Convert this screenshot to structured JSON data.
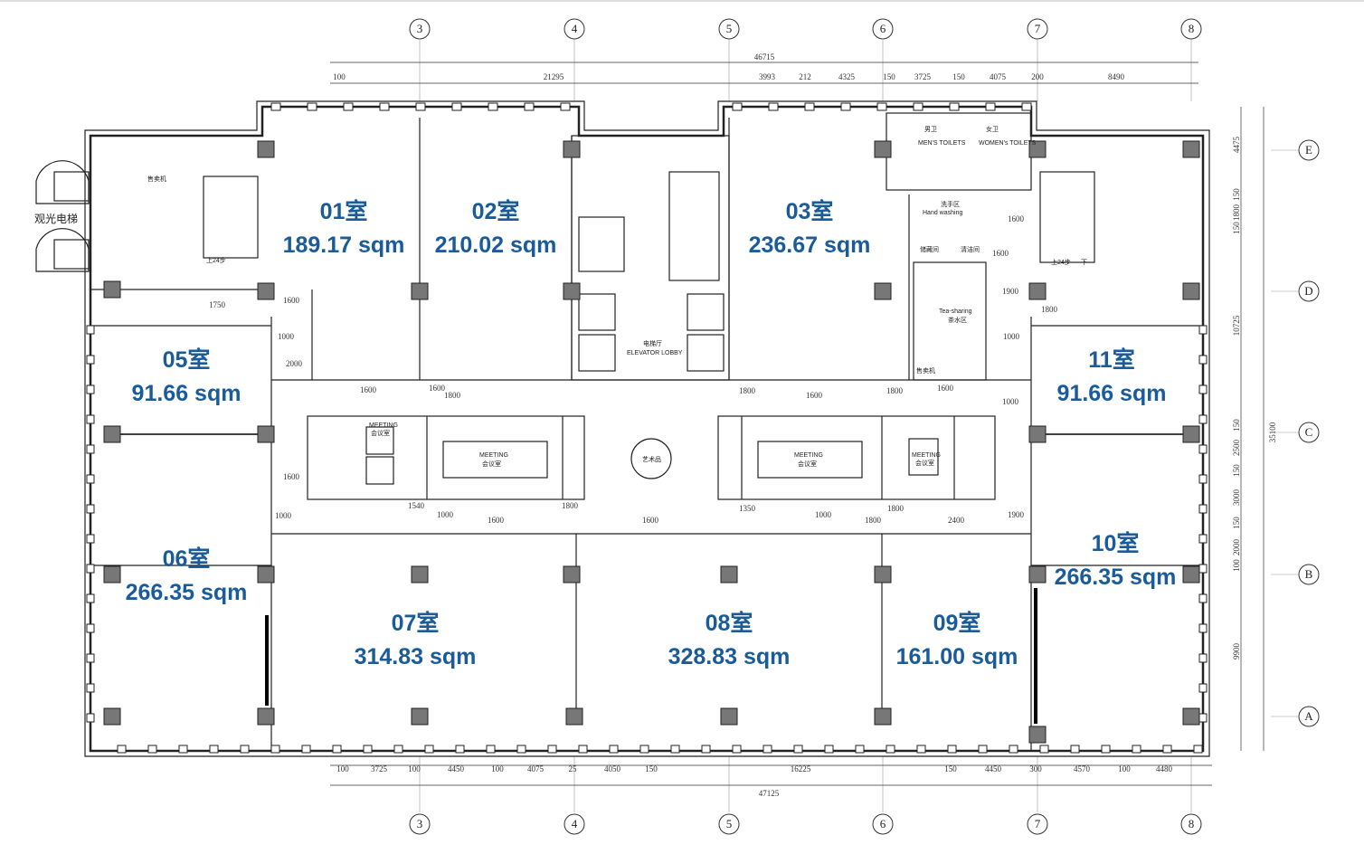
{
  "grid_columns": [
    "3",
    "4",
    "5",
    "6",
    "7",
    "8"
  ],
  "grid_rows": [
    "E",
    "D",
    "C",
    "B",
    "A"
  ],
  "dimensions": {
    "top_total": "46715",
    "top_segments": [
      "100",
      "21295",
      "3993",
      "212",
      "4325",
      "150",
      "3725",
      "150",
      "4075",
      "200",
      "8490"
    ],
    "bottom_total": "47125",
    "bottom_segments": [
      "100",
      "3725",
      "100",
      "4450",
      "100",
      "4075",
      "25",
      "4050",
      "150",
      "16225",
      "150",
      "4450",
      "300",
      "4570",
      "100",
      "4480"
    ],
    "right_total": "35100",
    "right_segments": [
      "4475",
      "150",
      "1800",
      "150",
      "10725",
      "150",
      "2500",
      "150",
      "3000",
      "150",
      "2000",
      "100",
      "9900"
    ],
    "interior": [
      "1600",
      "1750",
      "1000",
      "2000",
      "1600",
      "1600",
      "1800",
      "1600",
      "1800",
      "1600",
      "1800",
      "1000",
      "1000",
      "1800",
      "1600",
      "1600",
      "1000",
      "1540",
      "1800",
      "1000",
      "1600",
      "1600",
      "1350",
      "1000",
      "1800",
      "1800",
      "2400",
      "1900",
      "1900",
      "1600"
    ]
  },
  "rooms": [
    {
      "name": "01室",
      "area": "189.17 sqm"
    },
    {
      "name": "02室",
      "area": "210.02 sqm"
    },
    {
      "name": "03室",
      "area": "236.67 sqm"
    },
    {
      "name": "05室",
      "area": "91.66 sqm"
    },
    {
      "name": "11室",
      "area": "91.66 sqm"
    },
    {
      "name": "06室",
      "area": "266.35 sqm"
    },
    {
      "name": "10室",
      "area": "266.35 sqm"
    },
    {
      "name": "07室",
      "area": "314.83 sqm"
    },
    {
      "name": "08室",
      "area": "328.83 sqm"
    },
    {
      "name": "09室",
      "area": "161.00 sqm"
    }
  ],
  "annotations": {
    "sightseeing_elevator": "观光电梯",
    "vending_left": "售卖机",
    "stairs_left": "上24步",
    "stairs_right": "上24步",
    "stairs_right_down": "下",
    "elevator_lobby_cn": "电梯厅",
    "elevator_lobby_en": "ELEVATOR LOBBY",
    "mens_cn": "男卫",
    "mens_en": "MEN'S TOILETS",
    "womens_cn": "女卫",
    "womens_en": "WOMEN's TOILETS",
    "hand_washing_cn": "洗手区",
    "hand_washing_en": "Hand washing",
    "storage": "储藏间",
    "cleaning": "清洁间",
    "tea_sharing_en": "Tea-sharing",
    "tea_sharing_cn": "茶水区",
    "vending_right": "售卖机",
    "art": "艺术品",
    "meeting_en": "MEETING",
    "meeting_cn": "会议室"
  }
}
